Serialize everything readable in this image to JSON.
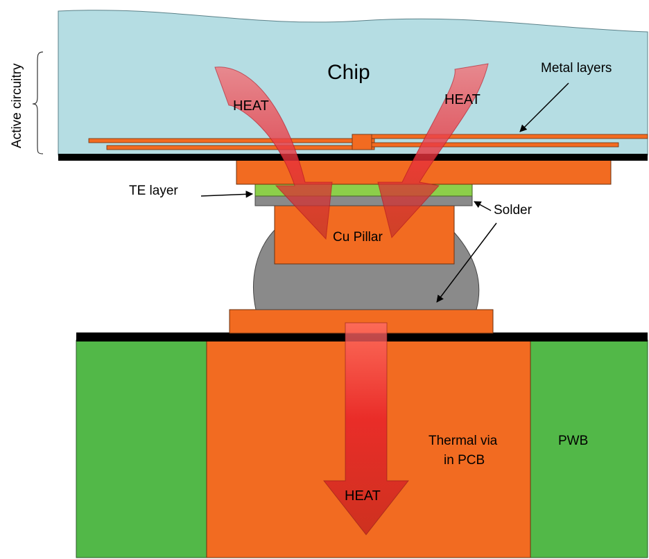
{
  "labels": {
    "chip": "Chip",
    "active_circuitry": "Active circuitry",
    "metal_layers": "Metal layers",
    "te_layer": "TE layer",
    "solder": "Solder",
    "cu_pillar": "Cu Pillar",
    "thermal_via_line1": "Thermal via",
    "thermal_via_line2": "in PCB",
    "pwb": "PWB",
    "heat_left": "HEAT",
    "heat_right": "HEAT",
    "heat_down": "HEAT"
  },
  "colors": {
    "chip": "#b5dde3",
    "copper": "#f26b21",
    "pwb": "#52b848",
    "te_layer": "#8ccf4a",
    "solder": "#8a8a8a",
    "black_layer": "#000000",
    "heat_arrow": "#e8303a"
  }
}
